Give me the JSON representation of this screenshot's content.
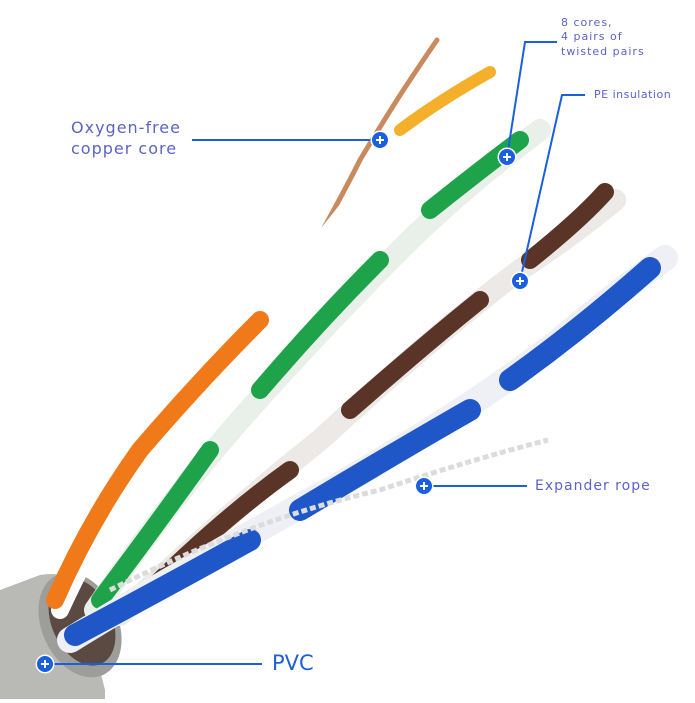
{
  "callouts": {
    "copper_core": {
      "line1": "Oxygen-free",
      "line2": "copper core"
    },
    "cores": {
      "line1": "8 cores,",
      "line2": "4 pairs of",
      "line3": "twisted pairs"
    },
    "pe_insulation": {
      "label": "PE insulation"
    },
    "expander_rope": {
      "label": "Expander rope"
    },
    "pvc": {
      "label": "PVC"
    }
  },
  "colors": {
    "accent_line": "#1a5fe0",
    "label_text": "#5b63c9",
    "pvc_text": "#1f5fd6",
    "jacket": "#b9b9b6",
    "copper": "#c98a5e",
    "orange": "#f07a1a",
    "green": "#1ea34a",
    "brown": "#5a3426",
    "blue": "#1f56c8"
  }
}
